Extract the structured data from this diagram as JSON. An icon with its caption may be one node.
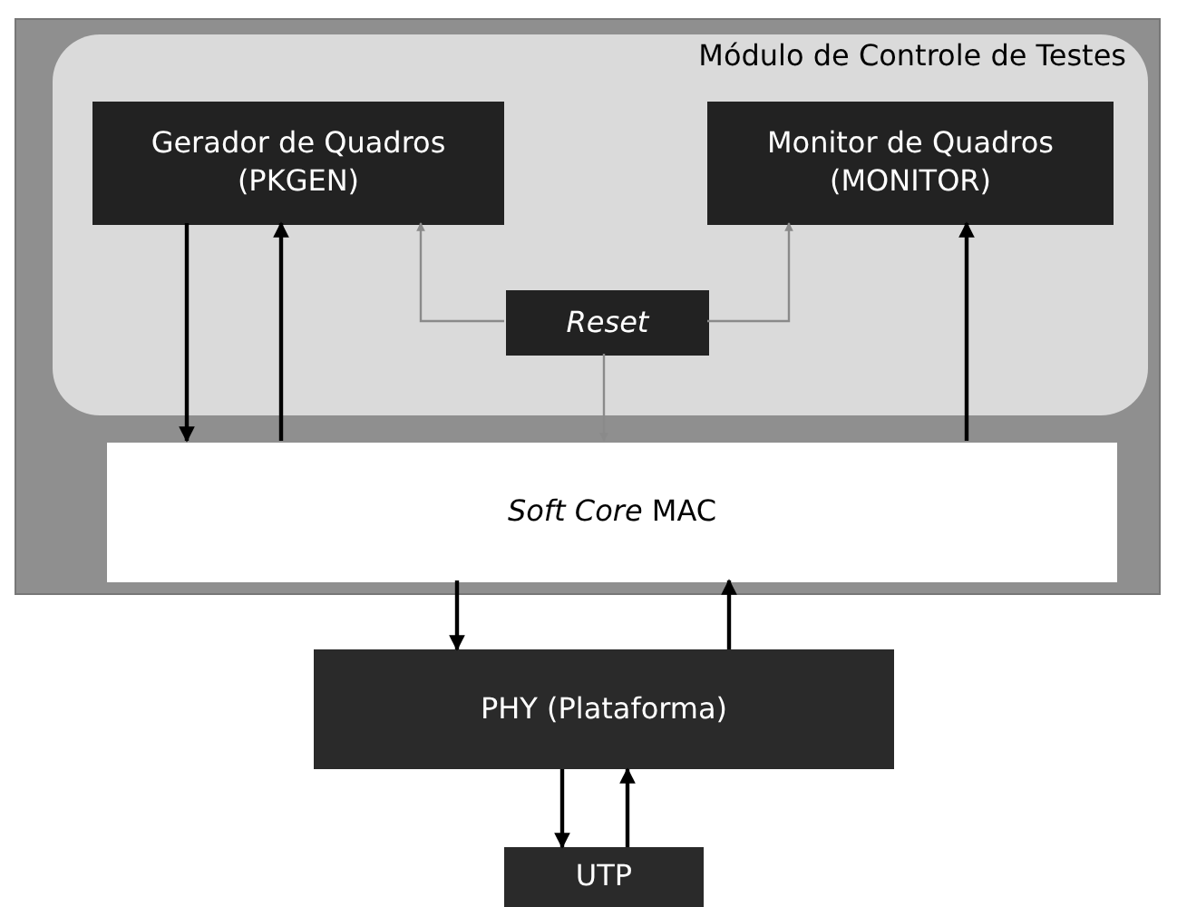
{
  "diagram": {
    "nodes": [
      {
        "text": [],
        "shape": "box"
      },
      {
        "text": [
          "Módulo de Controle de Testes"
        ],
        "in": 0
      },
      {
        "text": [
          "Gerador de Quadros (PKGEN)"
        ],
        "in": 1
      },
      {
        "text": [
          "Monitor de Quadros (MONITOR)"
        ],
        "in": 1
      },
      {
        "text": [
          "Reset"
        ],
        "in": 1
      },
      {
        "text": [
          "*Soft Core* MAC"
        ],
        "in": 0
      },
      {
        "text": [
          "PHY (Plataforma)"
        ]
      },
      {
        "text": [
          "UTP"
        ]
      }
    ],
    "edges": [
      {
        "from": 2,
        "to": 5,
        "arrow": "to"
      },
      {
        "from": 5,
        "to": 2,
        "arrow": "to"
      },
      {
        "from": 4,
        "to": 2,
        "arrow": "to",
        "color": "#8a8a8a"
      },
      {
        "from": 4,
        "to": 5,
        "arrow": "to",
        "color": "#8a8a8a"
      },
      {
        "from": 4,
        "to": 3,
        "arrow": "to",
        "color": "#8a8a8a"
      },
      {
        "from": 5,
        "to": 3,
        "arrow": "to"
      },
      {
        "from": 5,
        "to": 6,
        "arrow": "to"
      },
      {
        "from": 6,
        "to": 5,
        "arrow": "to"
      },
      {
        "from": 6,
        "to": 7,
        "arrow": "to"
      },
      {
        "from": 7,
        "to": 6,
        "arrow": "to"
      }
    ]
  }
}
